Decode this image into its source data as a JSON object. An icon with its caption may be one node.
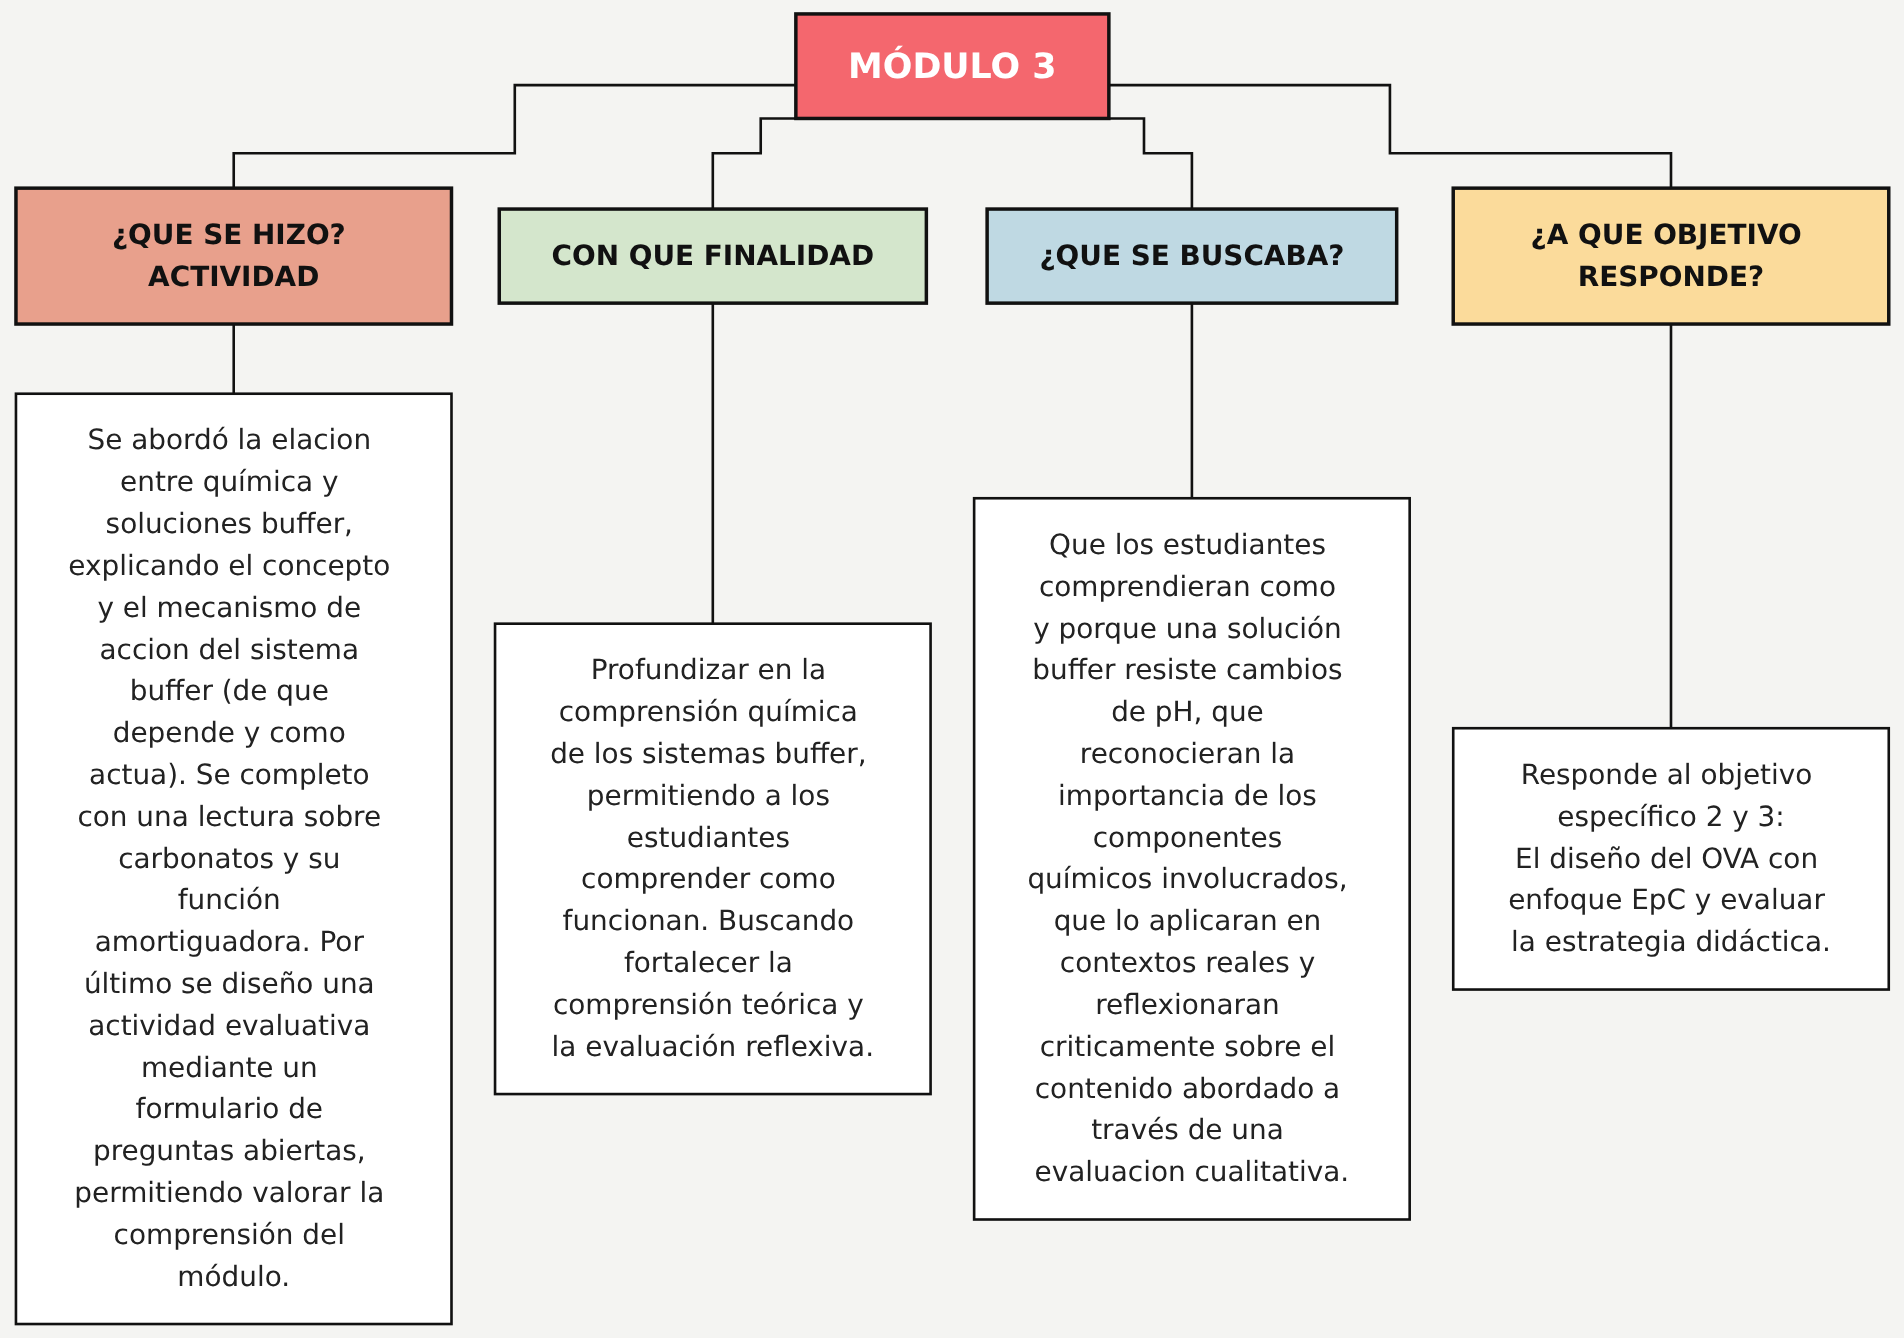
{
  "diagram": {
    "nodes": [
      {
        "text": [
          "MÓDULO 3"
        ]
      },
      {
        "text": [
          "¿QUE SE HIZO? ACTIVIDAD"
        ]
      },
      {
        "text": [
          "Se abordó la elacion entre química y soluciones buffer, explicando el concepto y el mecanismo de accion del sistema buffer (de que depende y como actua). Se completo con una lectura sobre carbonatos y su función amortiguadora. Por último se diseño una actividad evaluativa mediante un formulario de preguntas abiertas, permitiendo valorar la comprensión del módulo."
        ]
      },
      {
        "text": [
          "CON QUE FINALIDAD"
        ]
      },
      {
        "text": [
          "Profundizar en la comprensión química de los sistemas buffer, permitiendo a los estudiantes comprender como funcionan. Buscando fortalecer la comprensión teórica y la evaluación reflexiva."
        ]
      },
      {
        "text": [
          "¿QUE SE BUSCABA?"
        ]
      },
      {
        "text": [
          "Que los estudiantes comprendieran como y porque una solución buffer resiste cambios de pH, que reconocieran la importancia de los componentes químicos involucrados, que lo aplicaran en contextos reales y reflexionaran criticamente sobre el contenido abordado a través de una evaluacion cualitativa."
        ]
      },
      {
        "text": [
          "¿A QUE OBJETIVO RESPONDE?"
        ]
      },
      {
        "text": [
          "Responde al objetivo específico 2 y 3:",
          "El diseño del OVA con enfoque EpC y evaluar la estrategia didáctica."
        ]
      }
    ],
    "edges": [
      {
        "from": 0,
        "to": 1,
        "arrow": "none"
      },
      {
        "from": 0,
        "to": 3,
        "arrow": "none"
      },
      {
        "from": 0,
        "to": 5,
        "arrow": "none"
      },
      {
        "from": 0,
        "to": 7,
        "arrow": "none"
      },
      {
        "from": 1,
        "to": 2,
        "arrow": "none"
      },
      {
        "from": 3,
        "to": 4,
        "arrow": "none"
      },
      {
        "from": 5,
        "to": 6,
        "arrow": "none"
      },
      {
        "from": 7,
        "to": 8,
        "arrow": "none"
      }
    ]
  }
}
